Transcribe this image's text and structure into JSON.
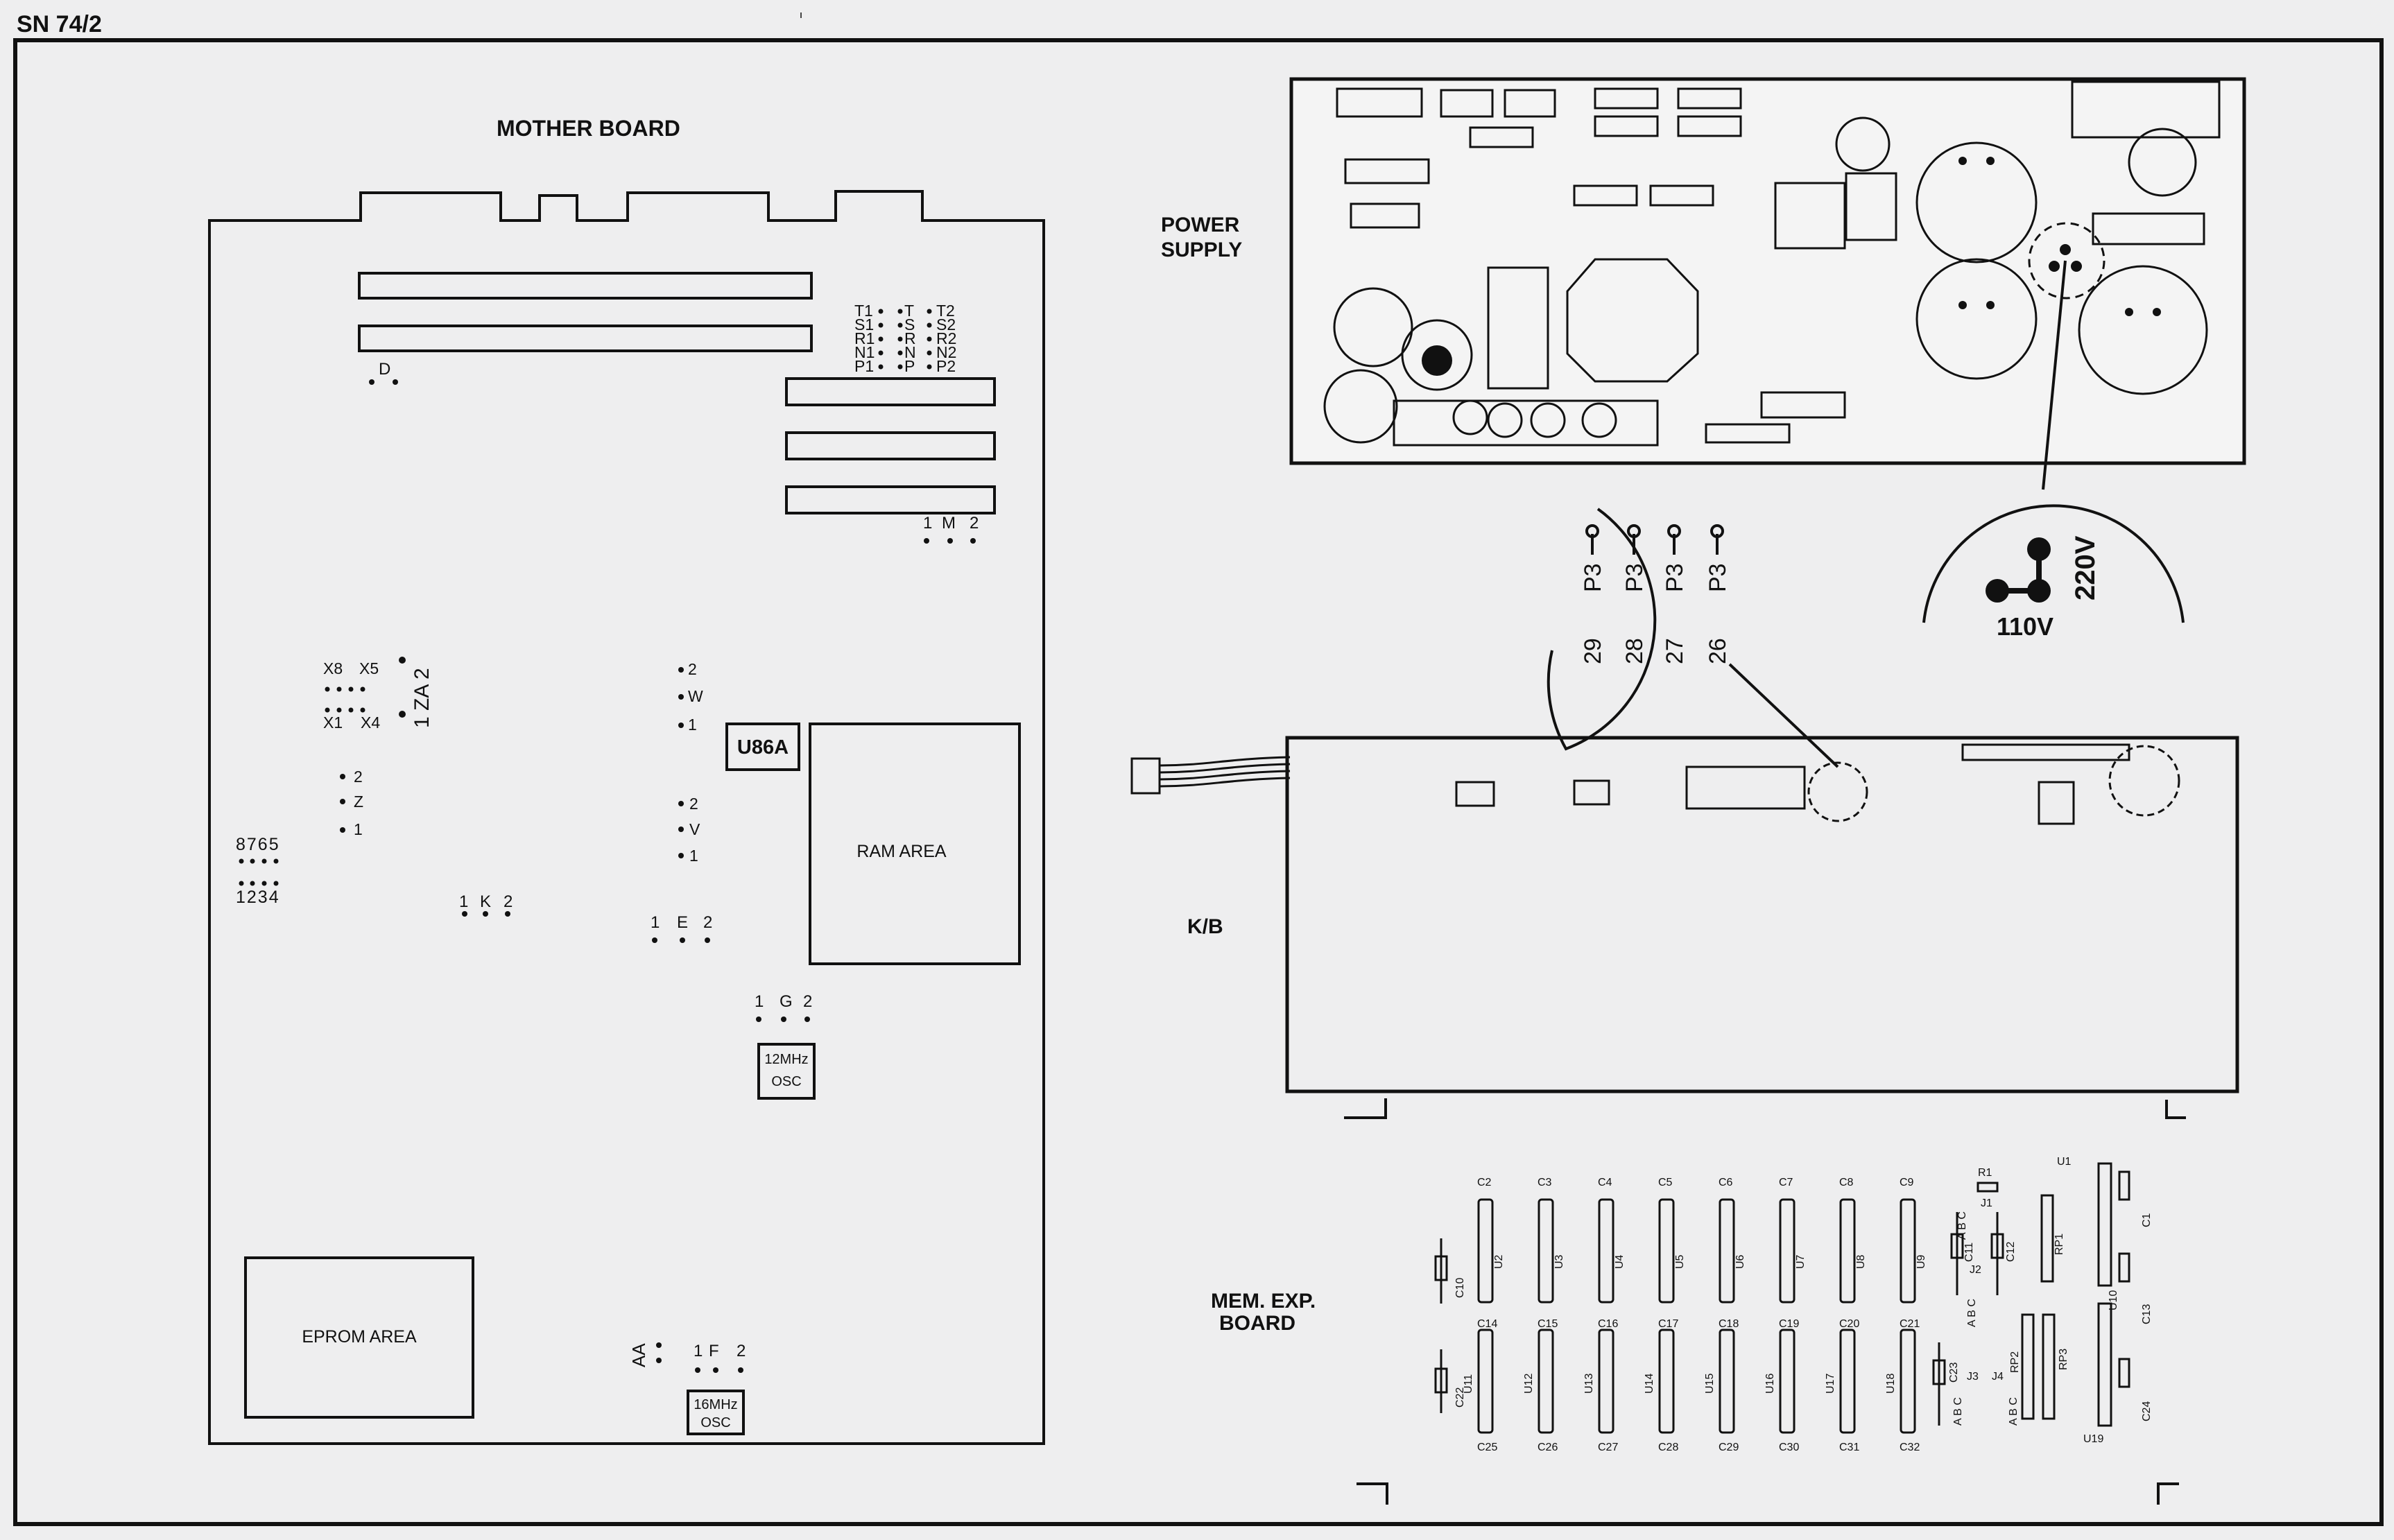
{
  "sheet_ref": "SN 74/2",
  "mother_board": {
    "title": "MOTHER BOARD",
    "pin_labels": {
      "t1": "T1",
      "t": "T",
      "t2": "T2",
      "s1": "S1",
      "s": "S",
      "s2": "S2",
      "r1": "R1",
      "r": "R",
      "r2": "R2",
      "n1": "N1",
      "n": "N",
      "n2": "N2",
      "p1": "P1",
      "p": "P",
      "p2": "P2",
      "d": "D",
      "m1": "1",
      "m": "M",
      "m2": "2",
      "x8": "X8",
      "x5": "X5",
      "x1": "X1",
      "x4": "X4",
      "za": "1 ZA 2",
      "w2": "2",
      "w": "W",
      "w1": "1",
      "z2": "2",
      "z": "Z",
      "z1": "1",
      "v2": "2",
      "v": "V",
      "v1": "1",
      "h8765": "8765",
      "h1234": "1234",
      "k1": "1",
      "k": "K",
      "k2": "2",
      "e1": "1",
      "e": "E",
      "e2": "2",
      "g1": "1",
      "g": "G",
      "g2": "2",
      "aa": "AA",
      "f1": "1",
      "f": "F",
      "f2": "2"
    },
    "u86a": "U86A",
    "ram_area": "RAM AREA",
    "eprom_area": "EPROM AREA",
    "osc12_line1": "12MHz",
    "osc12_line2": "OSC",
    "osc16_line1": "16MHz",
    "osc16_line2": "OSC"
  },
  "power_supply": {
    "line1": "POWER",
    "line2": "SUPPLY"
  },
  "p3_detail": {
    "connectors": [
      {
        "label": "P3",
        "pin": "29"
      },
      {
        "label": "P3",
        "pin": "28"
      },
      {
        "label": "P3",
        "pin": "27"
      },
      {
        "label": "P3",
        "pin": "26"
      }
    ]
  },
  "voltage_detail": {
    "v220": "220V",
    "v110": "110V"
  },
  "kb": {
    "label": "K/B"
  },
  "mem_exp": {
    "line1": "MEM. EXP.",
    "line2": "BOARD",
    "top_caps": [
      "C2",
      "C3",
      "C4",
      "C5",
      "C6",
      "C7",
      "C8",
      "C9"
    ],
    "top_ics": [
      "U2",
      "U3",
      "U4",
      "U5",
      "U6",
      "U7",
      "U8",
      "U9"
    ],
    "mid_caps": [
      "C14",
      "C15",
      "C16",
      "C17",
      "C18",
      "C19",
      "C20",
      "C21"
    ],
    "bot_ics": [
      "U11",
      "U12",
      "U13",
      "U14",
      "U15",
      "U16",
      "U17",
      "U18"
    ],
    "bot_caps": [
      "C25",
      "C26",
      "C27",
      "C28",
      "C29",
      "C30",
      "C31",
      "C32"
    ],
    "c10": "C10",
    "c22": "C22",
    "c11": "C11",
    "c12": "C12",
    "c23": "C23",
    "r1": "R1",
    "j1": "J1",
    "j2": "J2",
    "j3": "J3",
    "j4": "J4",
    "abc1": "A B C",
    "abc2": "A B C",
    "abc3": "A B C",
    "abc4": "A B C",
    "rp1": "RP1",
    "rp2": "RP2",
    "rp3": "RP3",
    "u1": "U1",
    "u10": "U10",
    "u19": "U19",
    "c1": "C1",
    "c13": "C13",
    "c24": "C24"
  }
}
